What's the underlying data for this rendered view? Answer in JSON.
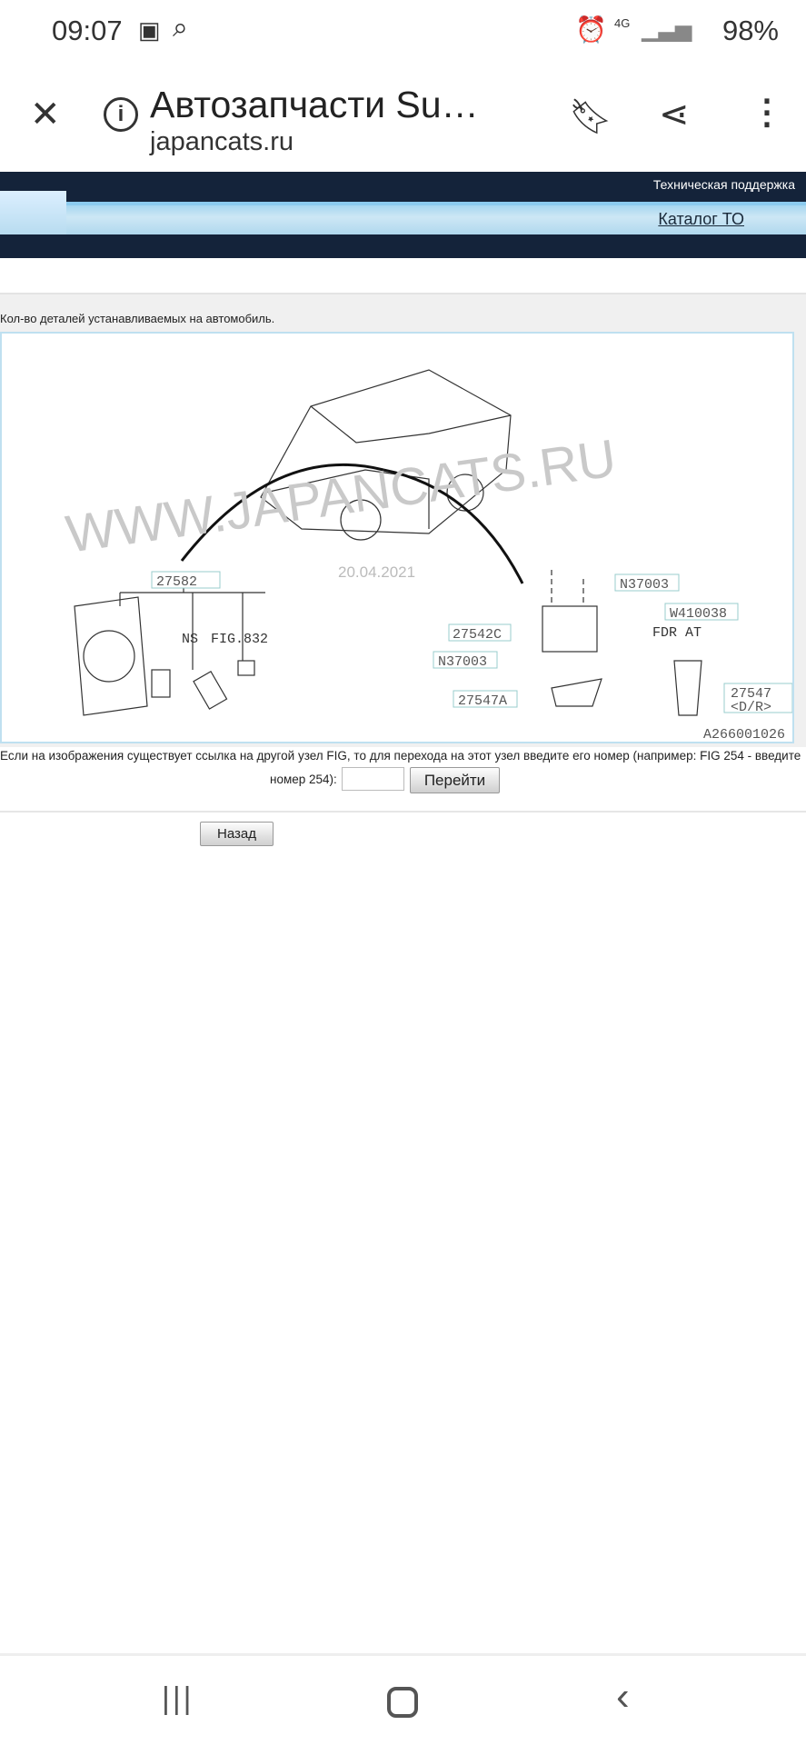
{
  "status_bar": {
    "time": "09:07",
    "network": "4G",
    "battery": "98%"
  },
  "browser": {
    "title": "Автозапчасти Su…",
    "url": "japancats.ru"
  },
  "site_header": {
    "support_link": "Техническая поддержка",
    "catalog_link": "Каталог ТО"
  },
  "content": {
    "qty_label": "Кол-во деталей устанавливаемых на автомобиль.",
    "diagram": {
      "watermark": "WWW.JAPANCATS.RU",
      "date": "20.04.2021",
      "code": "A266001026",
      "labels": {
        "p1": "27582",
        "ns": "NS",
        "fig": "FIG.832",
        "p2": "27542C",
        "n1": "N37003",
        "n2": "N37003",
        "w": "W410038",
        "fdr": "FDR AT",
        "p3": "27547A",
        "p4": "27547",
        "p4b": "<D/R>"
      }
    },
    "fig_note": "Если на изображения существует ссылка на другой узел FIG, то для перехода на этот узел введите его номер (например: FIG 254 - введите",
    "fig_note2": "номер 254):",
    "go_button": "Перейти",
    "back_button": "Назад"
  }
}
